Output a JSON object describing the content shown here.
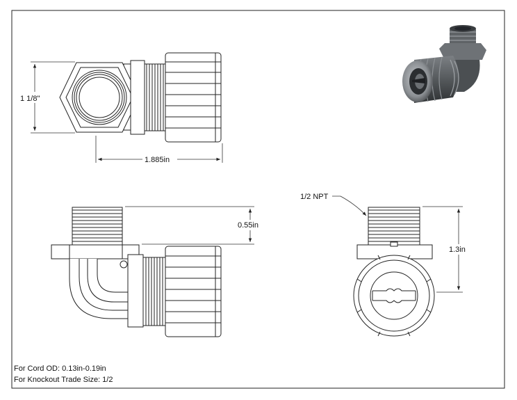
{
  "drawing": {
    "dimensions": {
      "width_label": "1 1/8\"",
      "length_label": "1.885in",
      "thread_length_label": "0.55in",
      "height_label": "1.3in",
      "thread_label": "1/2 NPT"
    },
    "notes": {
      "cord_od": "For Cord OD: 0.13in-0.19in",
      "knockout": "For Knockout Trade Size: 1/2"
    },
    "colors": {
      "line": "#222222",
      "dim_line": "#333333",
      "iso_dark": "#3a3d40",
      "iso_mid": "#6e7276",
      "iso_light": "#a9adb1"
    }
  }
}
